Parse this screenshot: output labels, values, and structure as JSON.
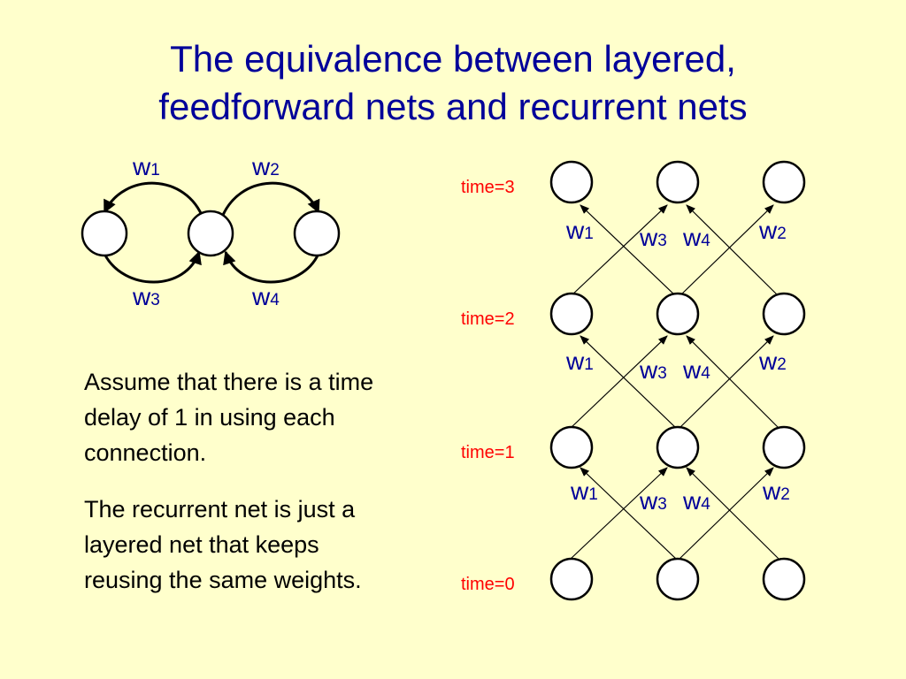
{
  "title": {
    "line1": "The equivalence between layered,",
    "line2": "feedforward nets and recurrent nets"
  },
  "recurrent_diagram": {
    "labels": {
      "w1": {
        "letter": "w",
        "num": "1"
      },
      "w2": {
        "letter": "w",
        "num": "2"
      },
      "w3": {
        "letter": "w",
        "num": "3"
      },
      "w4": {
        "letter": "w",
        "num": "4"
      }
    }
  },
  "layered_diagram": {
    "time_labels": [
      "time=0",
      "time=1",
      "time=2",
      "time=3"
    ],
    "weight_rows": [
      {
        "w1": {
          "letter": "w",
          "num": "1"
        },
        "w3": {
          "letter": "w",
          "num": "3"
        },
        "w4": {
          "letter": "w",
          "num": "4"
        },
        "w2": {
          "letter": "w",
          "num": "2"
        }
      },
      {
        "w1": {
          "letter": "w",
          "num": "1"
        },
        "w3": {
          "letter": "w",
          "num": "3"
        },
        "w4": {
          "letter": "w",
          "num": "4"
        },
        "w2": {
          "letter": "w",
          "num": "2"
        }
      },
      {
        "w1": {
          "letter": "w",
          "num": "1"
        },
        "w3": {
          "letter": "w",
          "num": "3"
        },
        "w4": {
          "letter": "w",
          "num": "4"
        },
        "w2": {
          "letter": "w",
          "num": "2"
        }
      }
    ]
  },
  "body": {
    "paragraph1": "Assume that there is a time delay of 1 in using each connection.",
    "paragraph2": "The recurrent net is just a layered net that keeps reusing the same weights."
  },
  "colors": {
    "background": "#ffffcc",
    "title": "#000099",
    "time_label": "#ff0000"
  }
}
